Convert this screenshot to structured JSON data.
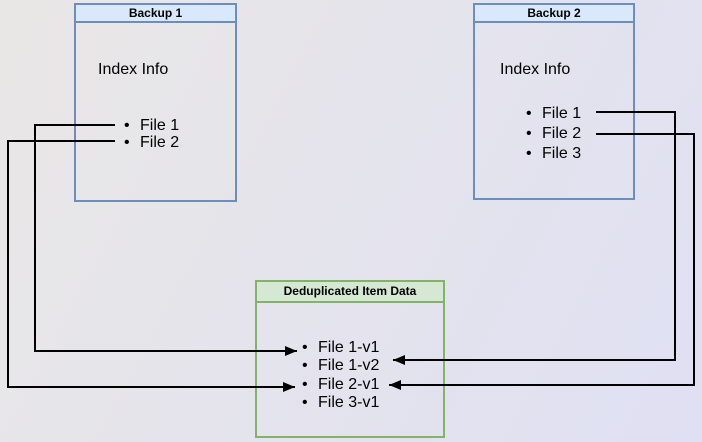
{
  "diagram": {
    "backup1": {
      "title": "Backup 1",
      "subtitle": "Index Info",
      "bullet": "•",
      "items": [
        "File 1",
        "File 2"
      ]
    },
    "backup2": {
      "title": "Backup 2",
      "subtitle": "Index Info",
      "bullet": "•",
      "items": [
        "File 1",
        "File 2",
        "File 3"
      ]
    },
    "dedup": {
      "title": "Deduplicated Item Data",
      "bullet": "•",
      "items": [
        "File 1-v1",
        "File 1-v2",
        "File 2-v1",
        "File 3-v1"
      ]
    },
    "connections": [
      {
        "from": "Backup 1 / File 1",
        "to": "Deduplicated Item Data / File 1-v1"
      },
      {
        "from": "Backup 1 / File 2",
        "to": "Deduplicated Item Data / File 2-v1"
      },
      {
        "from": "Backup 2 / File 1",
        "to": "Deduplicated Item Data / File 1-v2"
      },
      {
        "from": "Backup 2 / File 2",
        "to": "Deduplicated Item Data / File 2-v1"
      }
    ],
    "colors": {
      "blue_border": "#6c8ebf",
      "blue_header_fill": "#dae8fc",
      "green_border": "#82b366",
      "green_header_fill": "#d5e8d4",
      "connector": "#000000",
      "text": "#000000"
    }
  }
}
